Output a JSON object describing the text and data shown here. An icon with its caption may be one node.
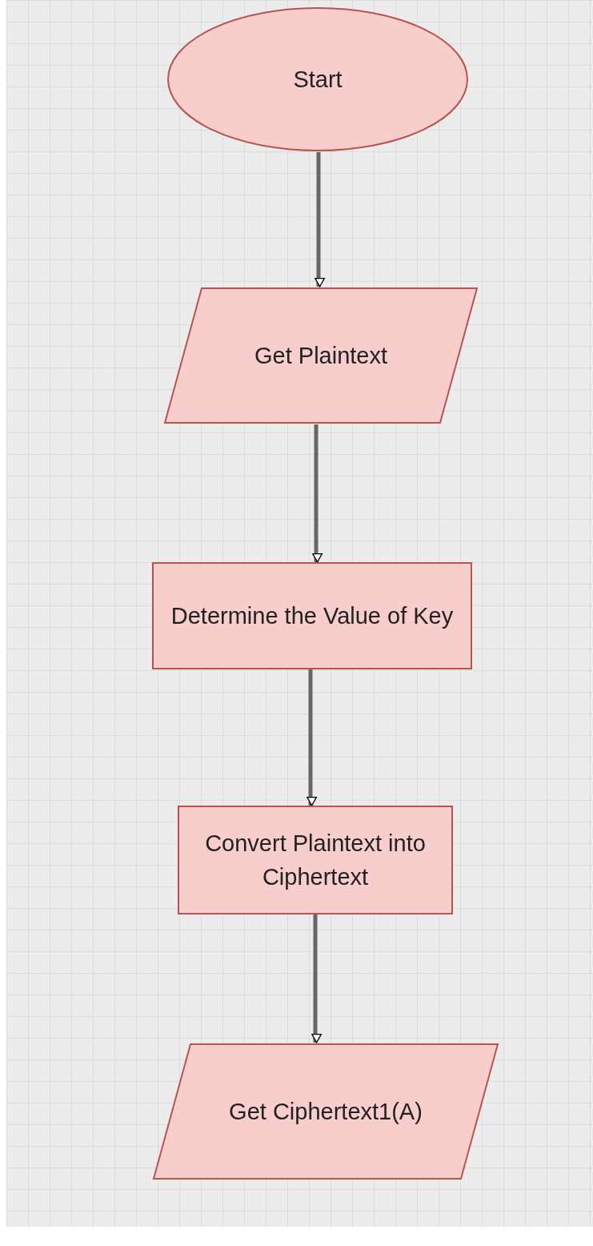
{
  "diagram": {
    "nodes": [
      {
        "text": [
          "Start"
        ]
      },
      {
        "text": [
          "Get Plaintext"
        ]
      },
      {
        "text": [
          "Determine the Value of Key"
        ]
      },
      {
        "text": [
          "Convert Plaintext into Ciphertext"
        ]
      },
      {
        "text": [
          "Get Ciphertext1(A)"
        ]
      }
    ],
    "edges": [
      {
        "from": 0,
        "to": 1,
        "arrow": "to"
      },
      {
        "from": 1,
        "to": 2,
        "arrow": "to"
      },
      {
        "from": 2,
        "to": 3,
        "arrow": "to"
      },
      {
        "from": 3,
        "to": 4,
        "arrow": "to"
      }
    ]
  }
}
